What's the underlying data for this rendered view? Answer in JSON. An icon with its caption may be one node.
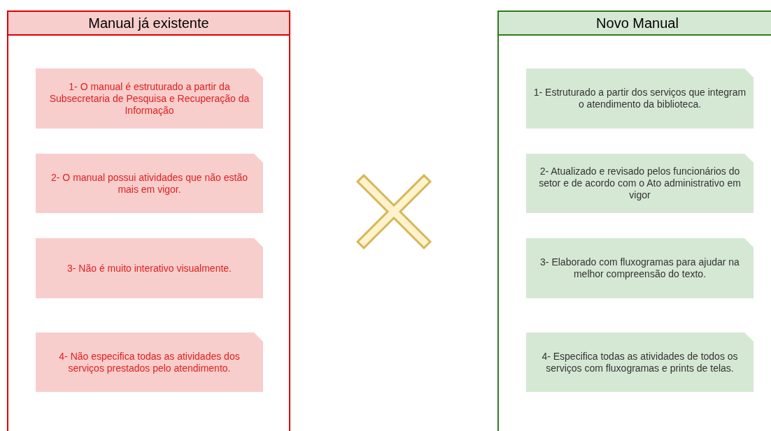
{
  "diagram": {
    "nodes": [
      {
        "text": [
          "Manual já existente"
        ]
      },
      {
        "text": [
          "1- O manual é estruturado a partir da Subsecretaria de Pesquisa e Recuperação da Informação"
        ],
        "in": 0
      },
      {
        "text": [
          "2- O manual possui atividades que não estão mais em vigor."
        ],
        "in": 0
      },
      {
        "text": [
          "3- Não é muito interativo visualmente."
        ],
        "in": 0
      },
      {
        "text": [
          "4- Não especifica todas as atividades dos serviços prestados pelo atendimento."
        ],
        "in": 0
      },
      {
        "text": [],
        "shape": "cross"
      },
      {
        "text": [
          "Novo Manual"
        ]
      },
      {
        "text": [
          "1- Estruturado a partir dos serviços que integram o atendimento da biblioteca."
        ],
        "in": 6
      },
      {
        "text": [
          "2- Atualizado e revisado pelos funcionários do setor e de acordo com o Ato administrativo em vigor"
        ],
        "in": 6
      },
      {
        "text": [
          "3- Elaborado com fluxogramas para ajudar na melhor compreensão do texto."
        ],
        "in": 6
      },
      {
        "text": [
          "4- Especifica todas as atividades de todos os serviços com fluxogramas e prints de telas."
        ],
        "in": 6
      }
    ],
    "edges": []
  }
}
